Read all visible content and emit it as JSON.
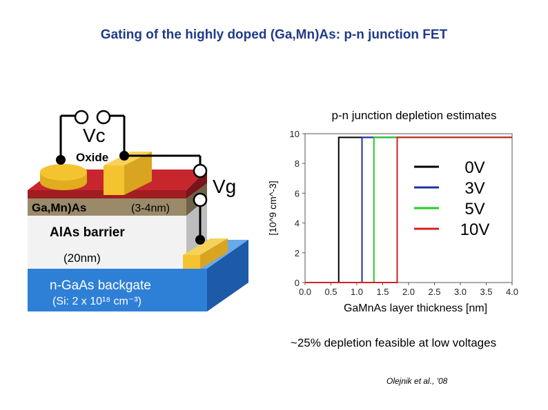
{
  "slide_title": "Gating of the highly doped (Ga,Mn)As: p-n junction FET",
  "device": {
    "vc_label": "Vc",
    "vg_label": "Vg",
    "oxide_label": "Oxide",
    "gamnas_label": "Ga,Mn)As",
    "gamnas_thickness": "(3-4nm)",
    "barrier_label": "AlAs barrier",
    "barrier_thickness": "(20nm)",
    "backgate_label": "n-GaAs backgate",
    "backgate_doping": "(Si: 2 x 10¹⁸ cm⁻³)",
    "colors": {
      "gold": "#f4c430",
      "red_layer": "#c8262d",
      "gamnas_layer": "#9b8a6a",
      "barrier_layer": "#f0f0f0",
      "backgate": "#2e7fd6"
    }
  },
  "chart_data": {
    "type": "line",
    "title": "p-n junction depletion estimates",
    "xlabel": "GaMnAs layer thickness  [nm]",
    "ylabel": "[10^9 cm^-3]",
    "xlim": [
      0.0,
      4.0
    ],
    "ylim": [
      0,
      10
    ],
    "xticks": [
      "0.0",
      "0.5",
      "1.0",
      "1.5",
      "2.0",
      "2.5",
      "3.0",
      "3.5",
      "4.0"
    ],
    "yticks": [
      "0",
      "2",
      "4",
      "6",
      "8",
      "10"
    ],
    "legend_position": "right",
    "series": [
      {
        "name": "0V",
        "color": "#000000",
        "x": [
          0.0,
          0.65,
          0.65,
          4.0
        ],
        "y": [
          0,
          0,
          9.75,
          9.75
        ]
      },
      {
        "name": "3V",
        "color": "#1f2fa8",
        "x": [
          0.0,
          1.1,
          1.1,
          4.0
        ],
        "y": [
          0,
          0,
          9.75,
          9.75
        ]
      },
      {
        "name": "5V",
        "color": "#22cc22",
        "x": [
          0.0,
          1.33,
          1.33,
          4.0
        ],
        "y": [
          0,
          0,
          9.75,
          9.75
        ]
      },
      {
        "name": "10V",
        "color": "#d42020",
        "x": [
          0.0,
          1.78,
          1.78,
          4.0
        ],
        "y": [
          0,
          0,
          9.75,
          9.75
        ]
      }
    ]
  },
  "depletion_note": "~25% depletion feasible at low voltages",
  "citation": "Olejnik et al., '08"
}
